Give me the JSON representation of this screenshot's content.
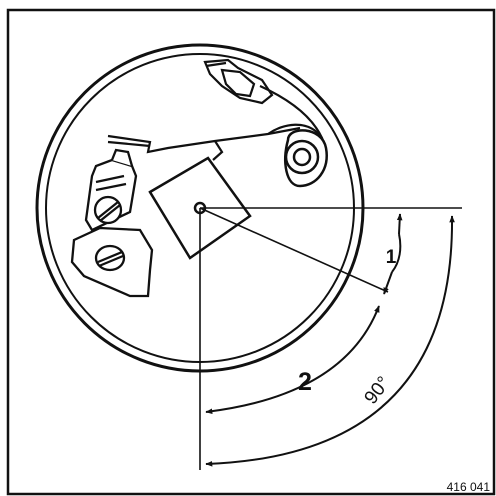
{
  "figure": {
    "reference_number": "416 041",
    "labels": {
      "label_1": "1",
      "label_2": "2",
      "angle_label": "90°"
    }
  },
  "colors": {
    "ink": "#111111",
    "paper": "#ffffff"
  }
}
